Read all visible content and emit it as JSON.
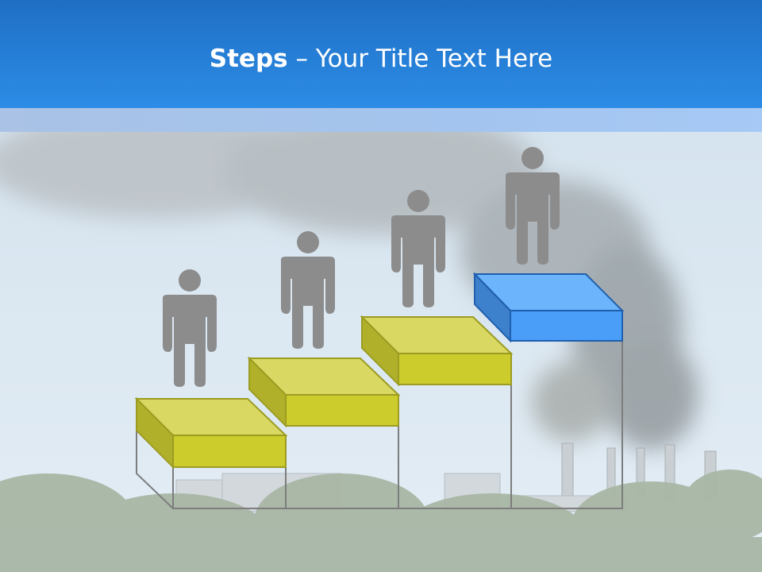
{
  "slide": {
    "title_strong": "Steps",
    "title_rest": " – Your Title Text Here"
  },
  "colors": {
    "header_top": "#1f6fc4",
    "header_bottom": "#2c8ce6",
    "step_yellow_top": "#d8d862",
    "step_yellow_front": "#cccc2c",
    "step_blue_top": "#6cb4fc",
    "step_blue_front": "#4a9ef8",
    "figure_gray": "#8c8c8c"
  },
  "icons": [
    "person-icon",
    "step-block",
    "smokestack"
  ]
}
